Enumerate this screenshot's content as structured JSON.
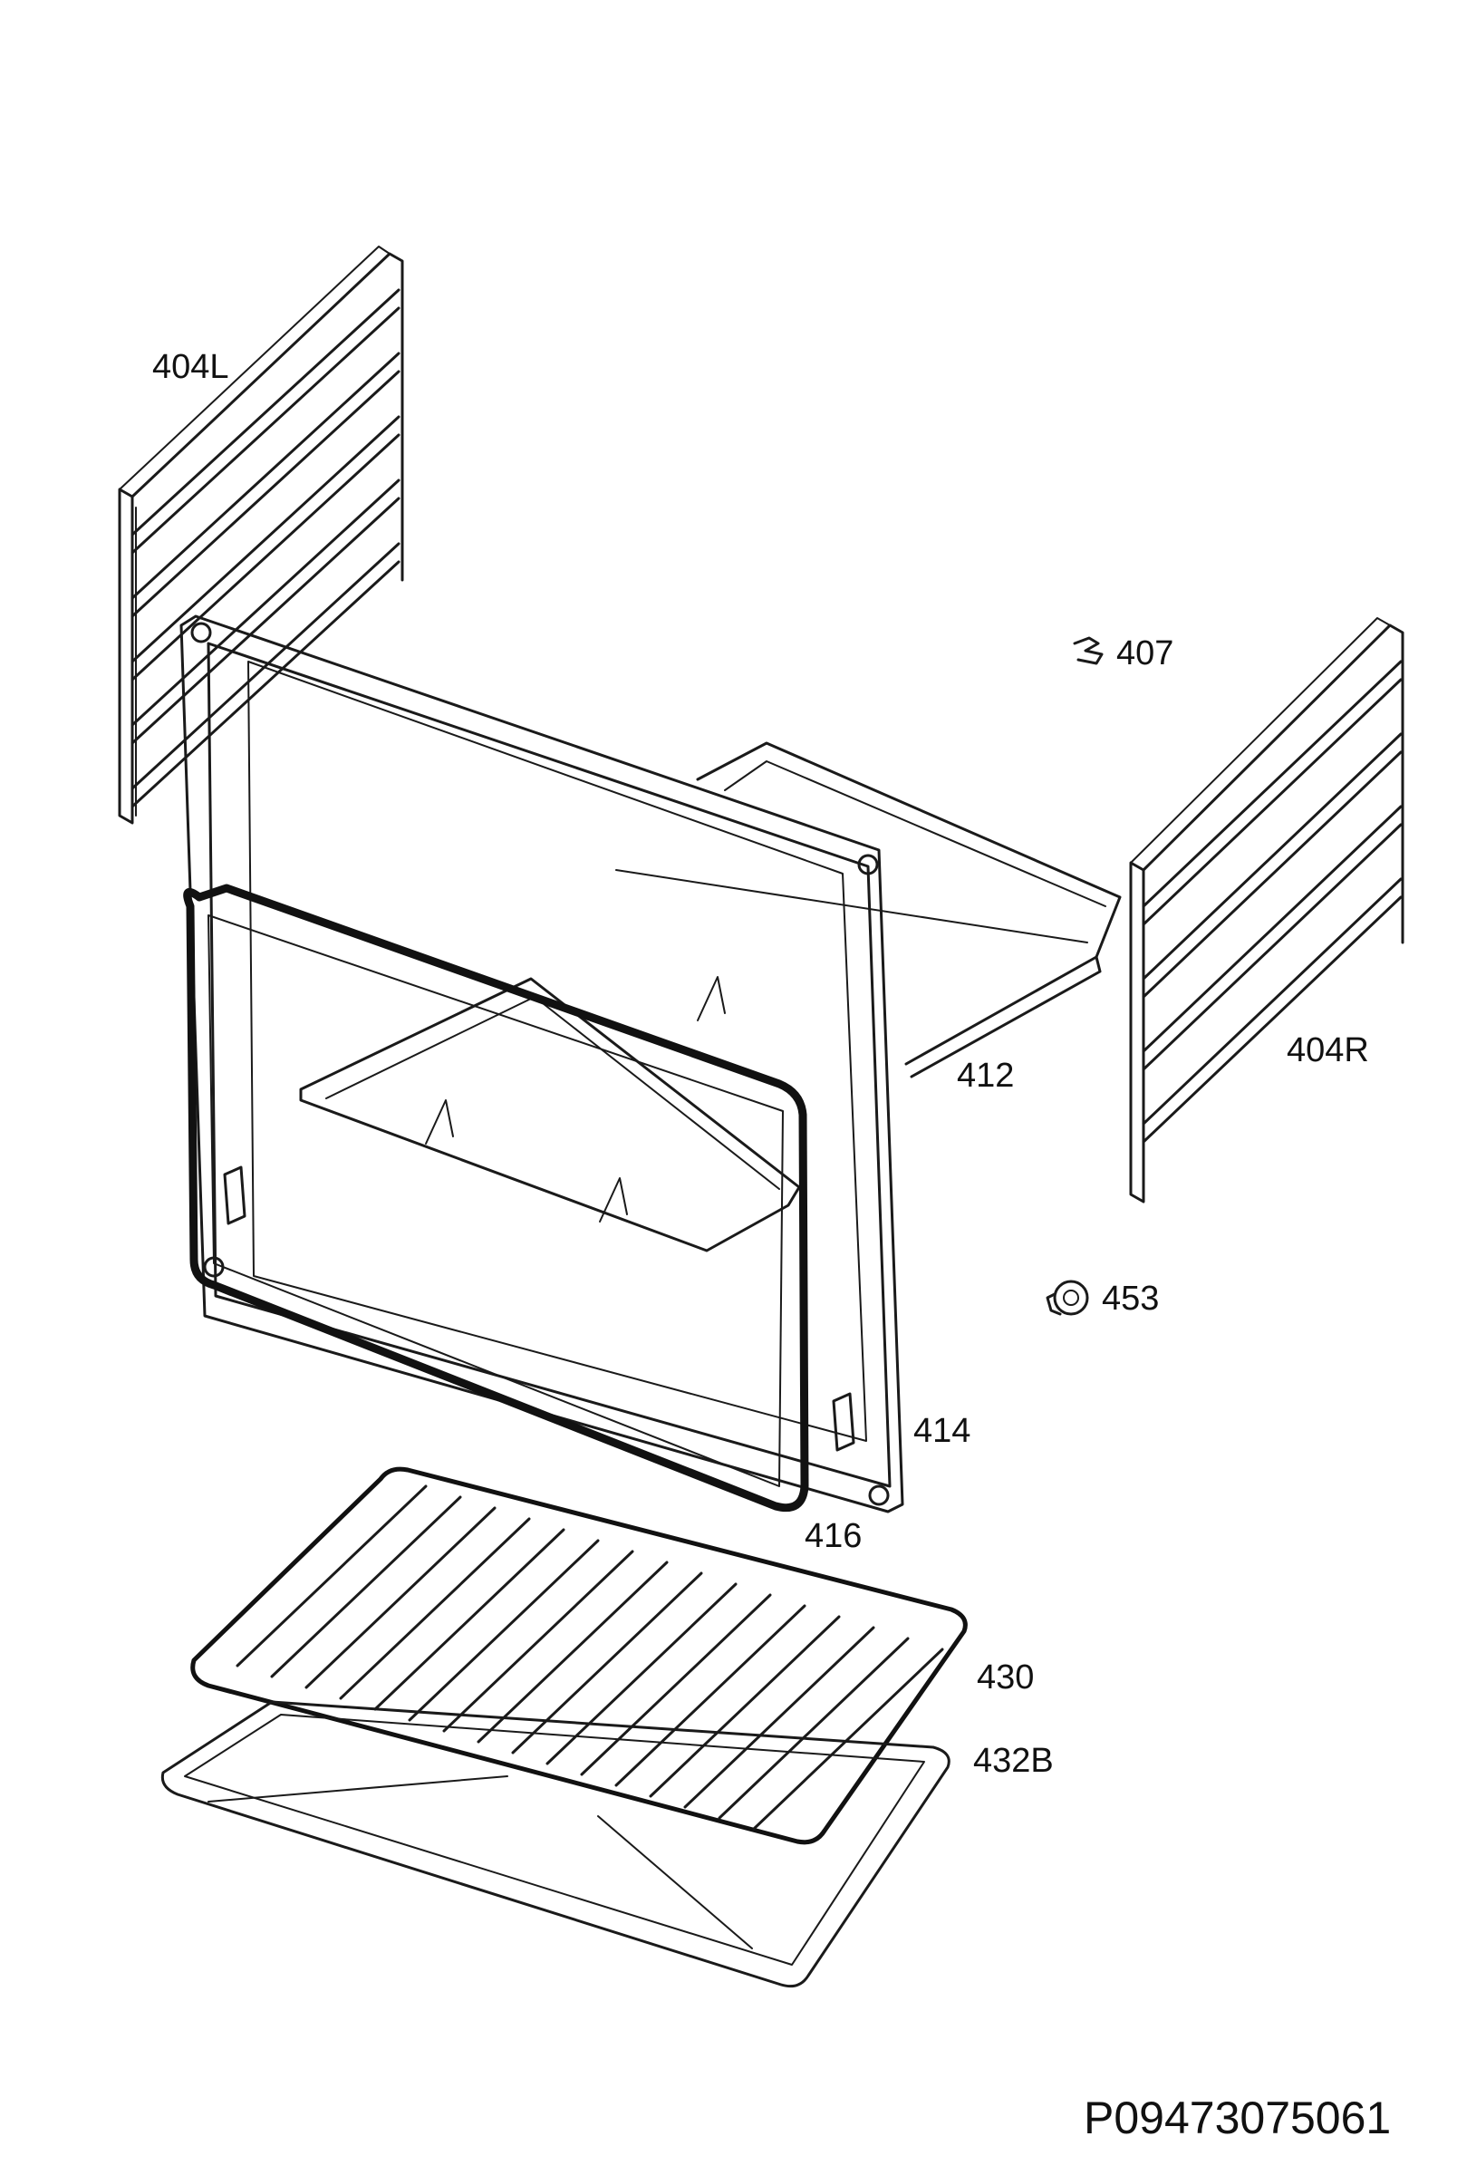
{
  "diagram": {
    "parts": [
      {
        "id": "rack-left",
        "label": "404L"
      },
      {
        "id": "clip",
        "label": "407"
      },
      {
        "id": "rack-right",
        "label": "404R"
      },
      {
        "id": "cavity-panel",
        "label": "412"
      },
      {
        "id": "knob",
        "label": "453"
      },
      {
        "id": "door-frame",
        "label": "414"
      },
      {
        "id": "door-seal",
        "label": "416"
      },
      {
        "id": "wire-shelf",
        "label": "430"
      },
      {
        "id": "drip-tray",
        "label": "432B"
      }
    ],
    "document_number": "P09473075061"
  }
}
